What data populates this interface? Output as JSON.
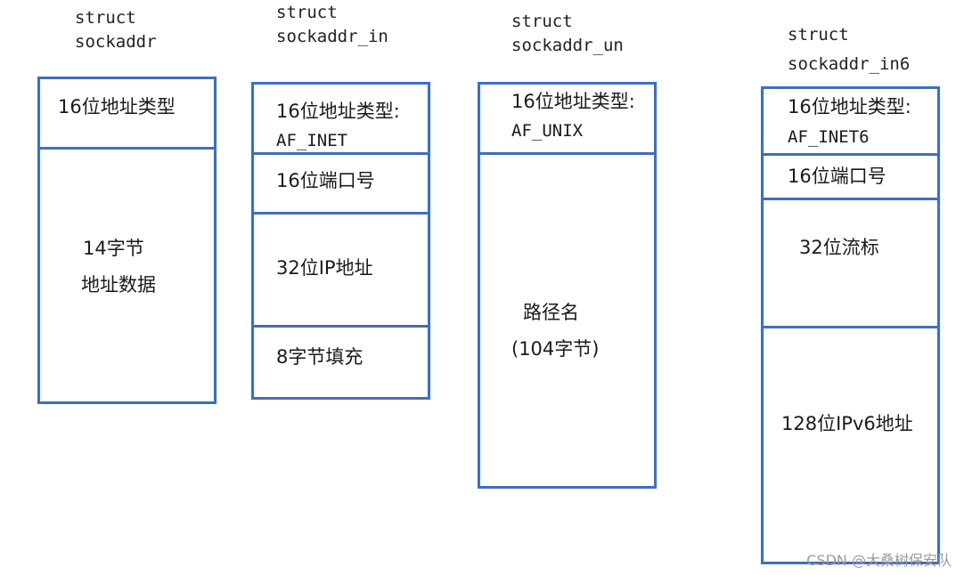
{
  "structs": [
    {
      "title_line1": "struct",
      "title_line2": "sockaddr",
      "fields": [
        "16位地址类型",
        "14字节",
        "地址数据"
      ]
    },
    {
      "title_line1": "struct",
      "title_line2": "sockaddr_in",
      "fields": [
        "16位地址类型:",
        "AF_INET",
        "16位端口号",
        "32位IP地址",
        "8字节填充"
      ]
    },
    {
      "title_line1": "struct",
      "title_line2": "sockaddr_un",
      "fields": [
        "16位地址类型:",
        "AF_UNIX",
        "路径名",
        "(104字节)"
      ]
    },
    {
      "title_line1": "struct",
      "title_line2": "sockaddr_in6",
      "fields": [
        "16位地址类型:",
        "AF_INET6",
        "16位端口号",
        "32位流标",
        "128位IPv6地址"
      ]
    }
  ],
  "watermark": "CSDN @大桑树保安队",
  "colors": {
    "border": "#3e6fbf",
    "text": "#1a1a1a",
    "background": "#ffffff"
  }
}
